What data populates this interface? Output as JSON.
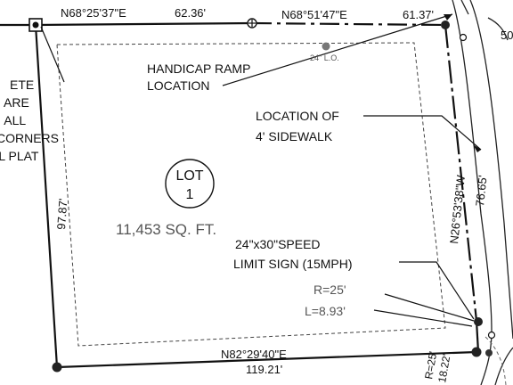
{
  "bearings": {
    "north_west": "N68°25'37\"E",
    "north_west_dist": "62.36'",
    "north_east": "N68°51'47\"E",
    "north_east_dist": "61.37'",
    "east": "N26°53'38\"W",
    "east_dist": "76.65'",
    "west_dist": "97.87'",
    "south": "N82°29'40\"E",
    "south_dist": "119.21'",
    "corner_r": "R=25'",
    "corner_l": "L=8.93'",
    "corner_r2": "R=25'",
    "corner_l2": "18.22'"
  },
  "lot": {
    "label": "LOT",
    "number": "1",
    "area": "11,453 SQ. FT."
  },
  "callouts": {
    "ramp_line1": "HANDICAP RAMP",
    "ramp_line2": "LOCATION",
    "sidewalk_line1": "LOCATION OF",
    "sidewalk_line2": "4' SIDEWALK",
    "sign_line1": "24\"x30\"SPEED",
    "sign_line2": "LIMIT SIGN (15MPH)",
    "lo_label": "24\" L.O."
  },
  "note_fragments": [
    "ETE",
    "ARE",
    "N ALL",
    "CORNERS",
    "AL PLAT"
  ],
  "edge_text": "50"
}
